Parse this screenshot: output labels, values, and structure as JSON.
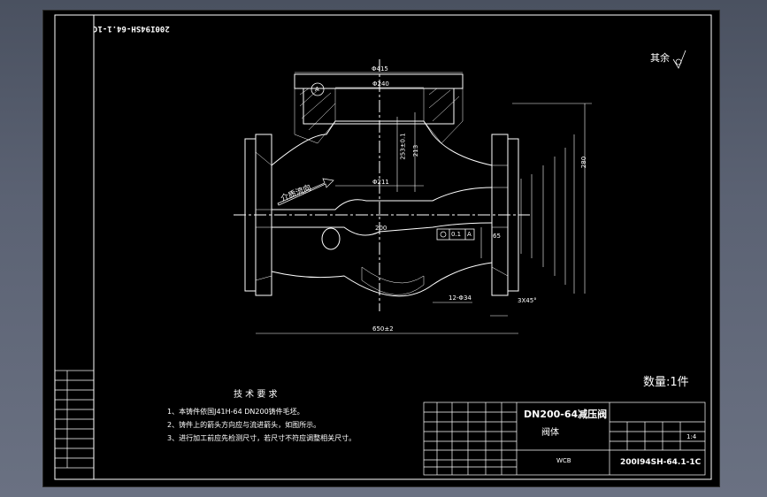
{
  "drawing": {
    "rotated_code": "200I94SH-64.1-1C",
    "roughness_note": "其余",
    "quantity": "数量:1件",
    "flow_label": "介质流向",
    "tech_title": "技 术 要 求",
    "requirements": [
      "1、本铸件依国J41H-64 DN200铸件毛坯。",
      "2、铸件上的箭头方向应与流进箭头，如图所示。",
      "3、进行加工前应先检测尺寸，若尺寸不符应调整相关尺寸。"
    ],
    "dims": {
      "d415": "Φ415",
      "d240": "Φ240",
      "d211": "Φ211",
      "d253": "253±0.1",
      "d213": "213",
      "d280": "280",
      "d200": "200",
      "d650": "650±2",
      "d12": "12-Φ34",
      "d3x45": "3X45°",
      "d65": "65",
      "tol": "0.1",
      "datumA": "A"
    },
    "title_block": {
      "name_line1": "DN200-64减压阀",
      "name_line2": "阀体",
      "material": "WCB",
      "scale": "1:4",
      "code": "200I94SH-64.1-1C"
    }
  }
}
